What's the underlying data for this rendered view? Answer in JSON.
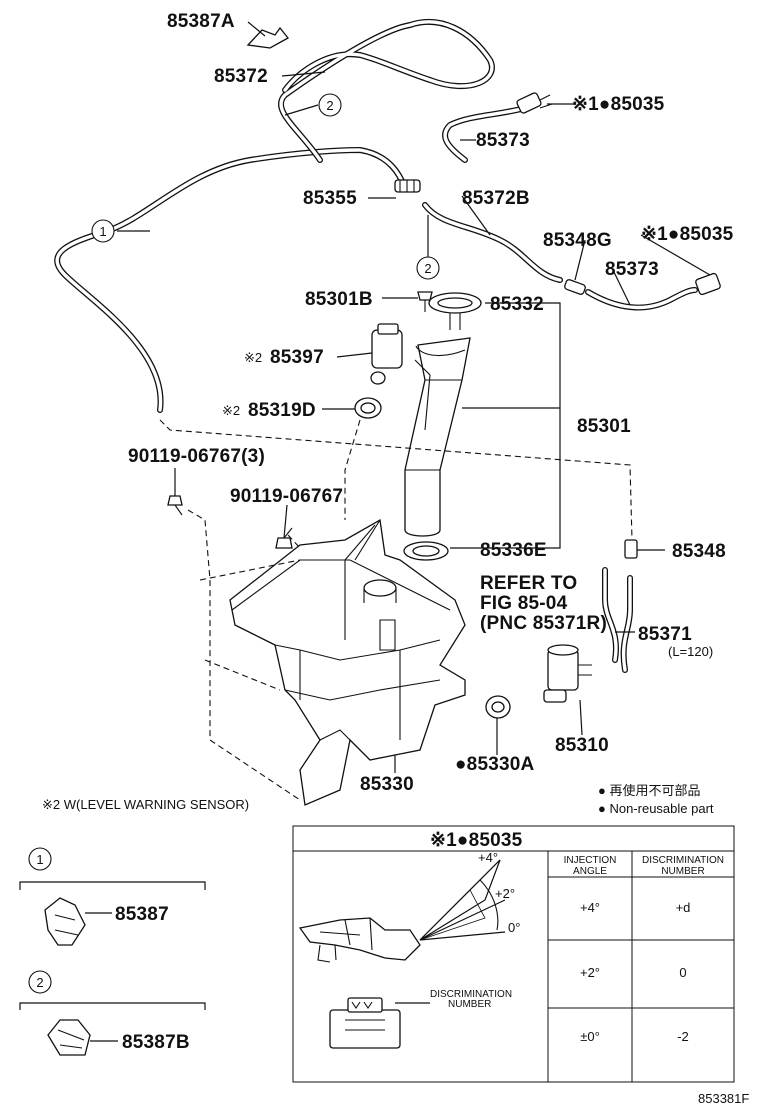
{
  "labels": {
    "p85387A": "85387A",
    "p85372": "85372",
    "p85035_top": "※1●85035",
    "p85373_top": "85373",
    "p85355": "85355",
    "p85372B": "85372B",
    "p85348G": "85348G",
    "p85035_mid": "※1●85035",
    "p85373_mid": "85373",
    "p85301B": "85301B",
    "p85332": "85332",
    "p85397": "85397",
    "p85397_prefix": "※2",
    "p85319D": "85319D",
    "p85319D_prefix": "※2",
    "p85301": "85301",
    "p90119_3": "90119-06767(3)",
    "p90119": "90119-06767",
    "p85336E": "85336E",
    "p85348": "85348",
    "refer1": "REFER TO",
    "refer2": "FIG 85-04",
    "refer3": "(PNC 85371R)",
    "p85371": "85371",
    "p85371_len": "(L=120)",
    "p85310": "85310",
    "p85330A": "●85330A",
    "p85330": "85330",
    "callout1": "1",
    "callout2": "2"
  },
  "notes": {
    "level_sensor": "※2  W(LEVEL WARNING SENSOR)",
    "non_reusable_jp": "● 再使用不可部品",
    "non_reusable_en": "● Non-reusable part"
  },
  "insets": {
    "inset1_num": "1",
    "inset1_part": "85387",
    "inset2_num": "2",
    "inset2_part": "85387B"
  },
  "table": {
    "title": "※1●85035",
    "header_injection": [
      "INJECTION",
      "ANGLE"
    ],
    "header_discrimination": [
      "DISCRIMINATION",
      "NUMBER"
    ],
    "angle_plus4": "+4°",
    "angle_plus2": "+2°",
    "angle_zero": "0°",
    "disc_label": [
      "DISCRIMINATION",
      "NUMBER"
    ],
    "rows": [
      {
        "angle": "+4°",
        "number": "+d"
      },
      {
        "angle": "+2°",
        "number": "0"
      },
      {
        "angle": "±0°",
        "number": "-2"
      }
    ]
  },
  "figure_id": "853381F"
}
